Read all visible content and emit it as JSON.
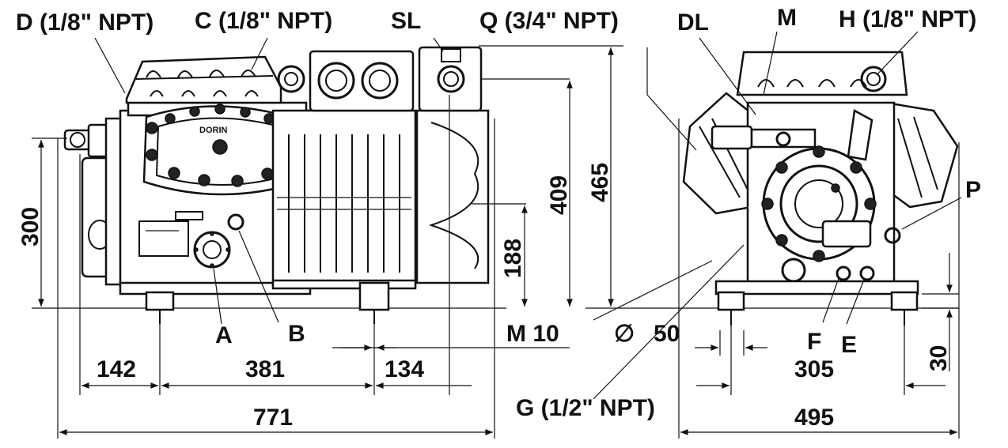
{
  "labels": {
    "D": "D (1/8\" NPT)",
    "C": "C (1/8\" NPT)",
    "SL": "SL",
    "Q": "Q (3/4\" NPT)",
    "DL": "DL",
    "M": "M",
    "H": "H (1/8\" NPT)",
    "P": "P",
    "A": "A",
    "B": "B",
    "F": "F",
    "E": "E",
    "G": "G (1/2\" NPT)",
    "M10": "M 10",
    "dia_symbol": "∅",
    "dia_value": "50"
  },
  "dimensions": {
    "d300": "300",
    "d188": "188",
    "d409": "409",
    "d465": "465",
    "d142": "142",
    "d381": "381",
    "d134": "134",
    "d771": "771",
    "d305": "305",
    "d495": "495",
    "d30": "30"
  },
  "nameplate": {
    "brand": "DORIN"
  }
}
